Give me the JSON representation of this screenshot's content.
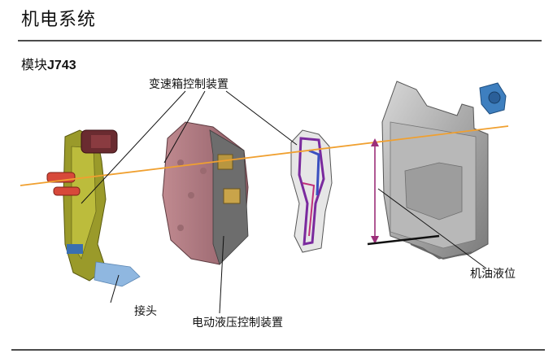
{
  "header": {
    "title": "机电系统",
    "subtitle_prefix": "模块",
    "subtitle_model": "J743"
  },
  "labels": {
    "gearbox_control_unit": "变速箱控制装置",
    "connector": "接头",
    "electro_hydraulic_control_unit": "电动液压控制装置",
    "oil_level": "机油液位"
  },
  "colors": {
    "axis_line": "#f0a030",
    "level_marker": "#9c2f7a"
  }
}
